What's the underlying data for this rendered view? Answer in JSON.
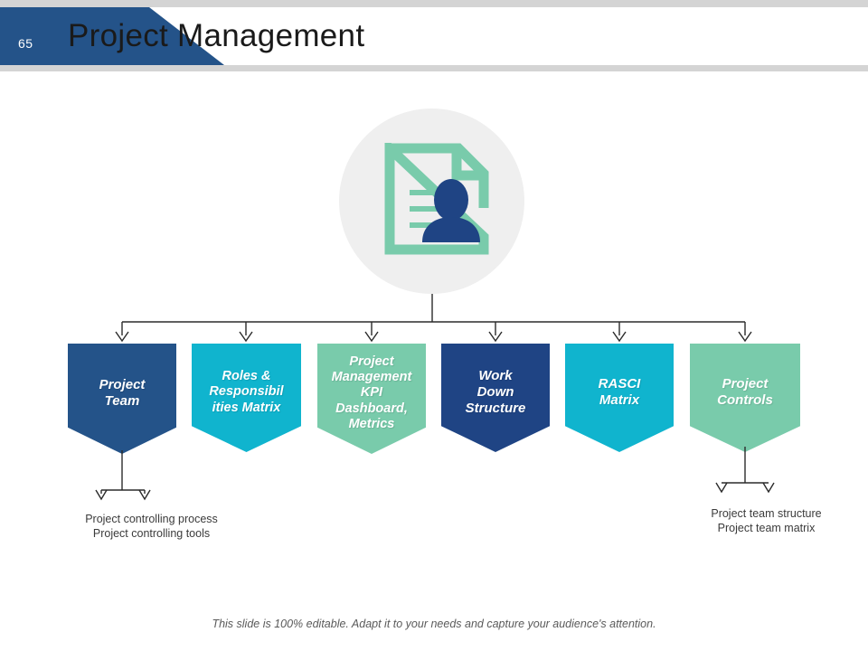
{
  "header": {
    "page_number": "65",
    "title": "Project Management",
    "accent_color": "#245389",
    "band_color": "#d4d4d4"
  },
  "hub": {
    "icon_name": "document-person-icon",
    "circle_color": "#efefef",
    "document_color": "#79cbab",
    "person_color": "#1f4484"
  },
  "banners": [
    {
      "label": "Project\nTeam",
      "color": "#245389",
      "name": "banner-project-team"
    },
    {
      "label": "Roles &\nResponsibil\nities Matrix",
      "color": "#10b4ce",
      "name": "banner-roles-responsibilities-matrix"
    },
    {
      "label": "Project\nManagement\nKPI\nDashboard,\nMetrics",
      "color": "#79cbab",
      "name": "banner-pm-kpi-dashboard-metrics"
    },
    {
      "label": "Work\nDown\nStructure",
      "color": "#1f4484",
      "name": "banner-work-down-structure"
    },
    {
      "label": "RASCI\nMatrix",
      "color": "#10b4ce",
      "name": "banner-rasci-matrix"
    },
    {
      "label": "Project\nControls",
      "color": "#79cbab",
      "name": "banner-project-controls"
    }
  ],
  "captions": {
    "left": "Project controlling process\nProject controlling tools",
    "right": "Project team structure\nProject team matrix"
  },
  "footer": {
    "note": "This slide is 100% editable. Adapt it to your needs and capture your audience's attention."
  }
}
